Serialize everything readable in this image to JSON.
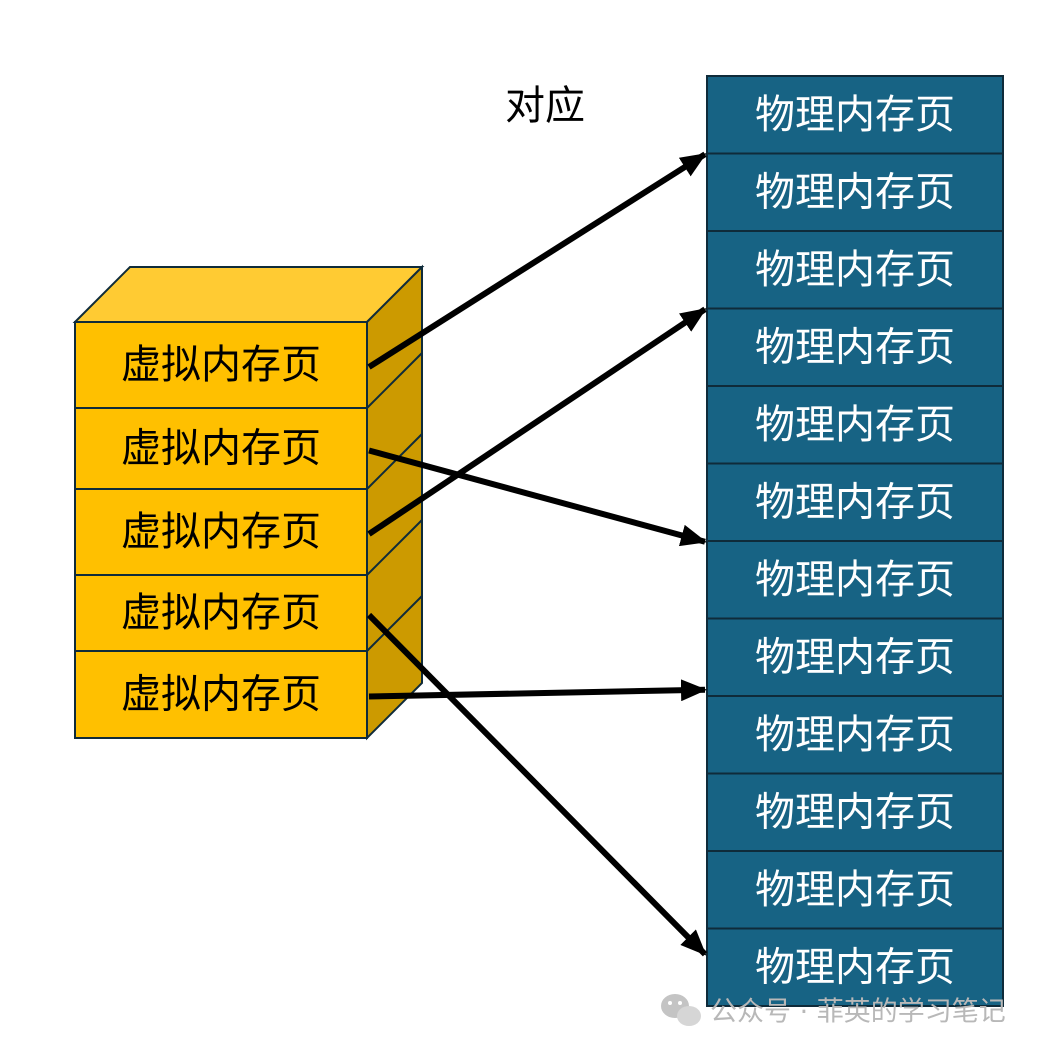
{
  "label": "对应",
  "virtual_pages": [
    {
      "label": "虚拟内存页"
    },
    {
      "label": "虚拟内存页"
    },
    {
      "label": "虚拟内存页"
    },
    {
      "label": "虚拟内存页"
    },
    {
      "label": "虚拟内存页"
    }
  ],
  "physical_pages": [
    {
      "label": "物理内存页"
    },
    {
      "label": "物理内存页"
    },
    {
      "label": "物理内存页"
    },
    {
      "label": "物理内存页"
    },
    {
      "label": "物理内存页"
    },
    {
      "label": "物理内存页"
    },
    {
      "label": "物理内存页"
    },
    {
      "label": "物理内存页"
    },
    {
      "label": "物理内存页"
    },
    {
      "label": "物理内存页"
    },
    {
      "label": "物理内存页"
    },
    {
      "label": "物理内存页"
    }
  ],
  "mappings": [
    {
      "from": 1,
      "to": 2
    },
    {
      "from": 2,
      "to": 7
    },
    {
      "from": 3,
      "to": 4
    },
    {
      "from": 4,
      "to": 12
    },
    {
      "from": 5,
      "to": 9
    }
  ],
  "watermark": {
    "icon": "wechat-icon",
    "text": "公众号 · 菲英的学习笔记"
  },
  "colors": {
    "virtual_front": "#ffc000",
    "virtual_top": "#ffcb33",
    "virtual_side": "#cc9a00",
    "physical_fill": "#176384",
    "outline": "#0f2b3a",
    "arrow": "#000000"
  }
}
